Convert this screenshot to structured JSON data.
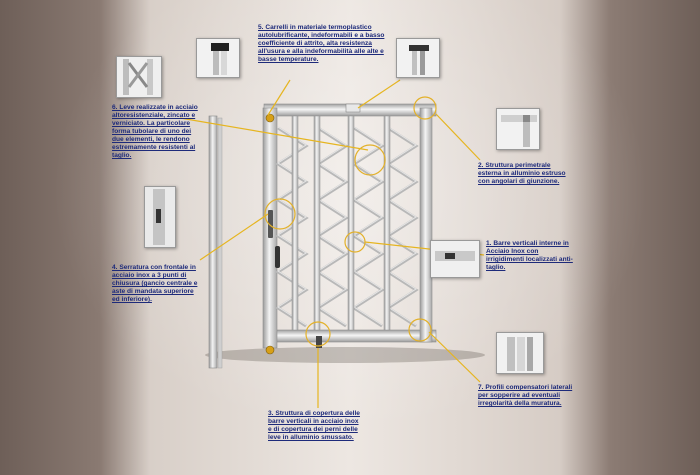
{
  "callouts": [
    {
      "id": "c5",
      "text": "5.   Carrelli in materiale termoplastico autolubrificante, indeformabili e a basso coefficiente di attrito, alta resistenza all'usura e alla indeformabilità alle alte e basse temperature."
    },
    {
      "id": "c6",
      "text": "6.   Leve realizzate in acciaio altoresistenziale, zincato e verniciato. La particolare forma tubolare di uno dei due elementi,  le rendono estremamente resistenti al taglio."
    },
    {
      "id": "c2",
      "text": "2.   Struttura perimetrale esterna in alluminio estruso con angolari di giunzione."
    },
    {
      "id": "c1",
      "text": "1. Barre verticali interne in Acciaio Inox con irrigidimenti localizzati anti-taglio."
    },
    {
      "id": "c4",
      "text": "4.   Serratura con frontale in acciaio inox a 3 punti di chiusura (gancio centrale e aste di mandata superiore ed inferiore)."
    },
    {
      "id": "c7",
      "text": "7.   Profili compensatori laterali per sopperire ad eventuali irregolarità della muratura."
    },
    {
      "id": "c3",
      "text": "3.   Struttura di copertura delle barre verticali in acciaio inox e di copertura dei perni delle leve in alluminio smussato."
    }
  ]
}
